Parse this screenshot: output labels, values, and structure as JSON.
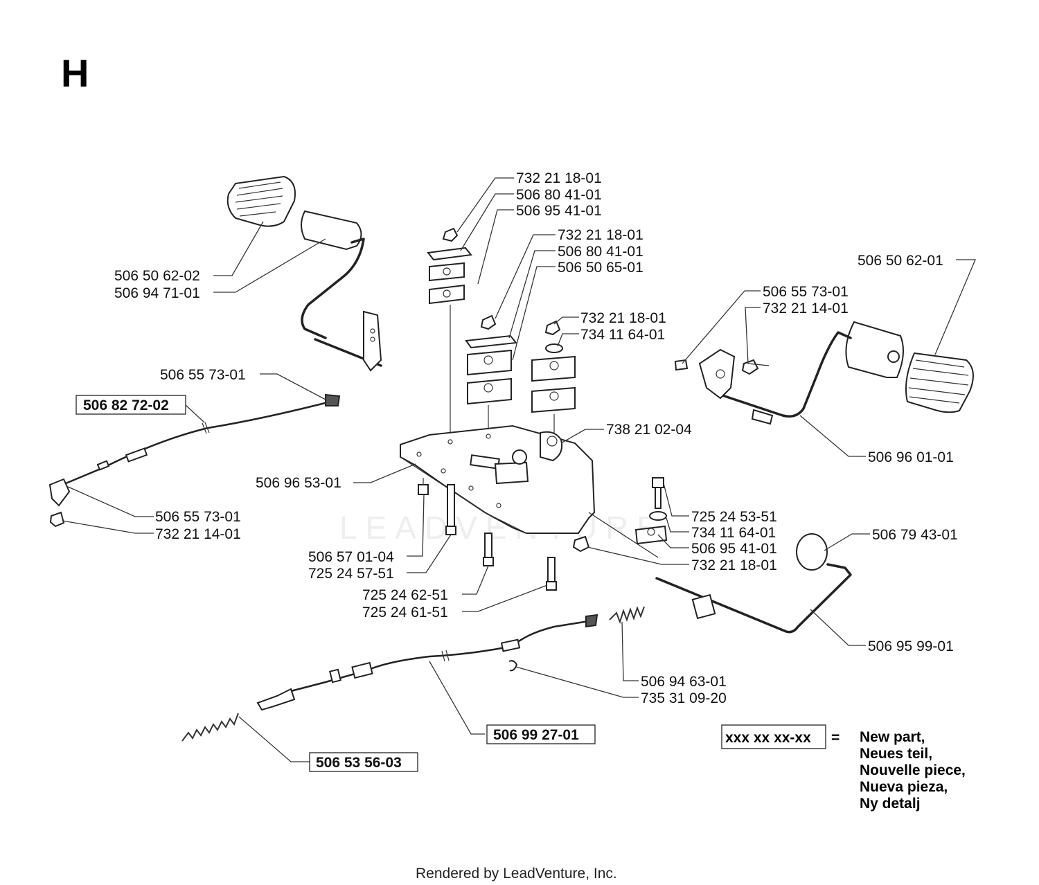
{
  "title": "H",
  "watermark": "LEADVENTURE",
  "footer": "Rendered by LeadVenture, Inc.",
  "labels": [
    "732 21 18-01",
    "506 80 41-01",
    "506 95 41-01",
    "732 21 18-01",
    "506 80 41-01",
    "506 50 65-01",
    "732 21 18-01",
    "734 11 64-01",
    "506 50 62-02",
    "506 94 71-01",
    "506 55 73-01",
    "506 82 72-02",
    "506 96 53-01",
    "738 21 02-04",
    "506 55 73-01",
    "732 21 14-01",
    "506 57 01-04",
    "725 24 57-51",
    "725 24 62-51",
    "725 24 61-51",
    "506 50 62-01",
    "506 55 73-01",
    "732 21 14-01",
    "506 96 01-01",
    "725 24 53-51",
    "734 11 64-01",
    "506 95 41-01",
    "732 21 18-01",
    "506 79 43-01",
    "506 95 99-01",
    "506 94 63-01",
    "735 31 09-20",
    "506 99 27-01",
    "506 53 56-03"
  ],
  "legend": {
    "code": "xxx xx xx-xx",
    "equals": "=",
    "lines": [
      "New part,",
      "Neues teil,",
      "Nouvelle piece,",
      "Nueva pieza,",
      "Ny detalj"
    ]
  }
}
